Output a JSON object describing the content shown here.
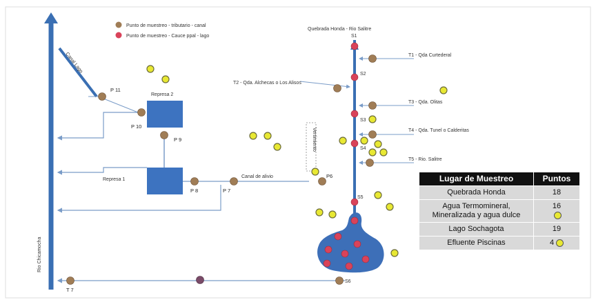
{
  "legend": {
    "brown": "Punto de muestreo - tributario - canal",
    "red": "Punto de muestreo - Cauce ppal - lago"
  },
  "labels": {
    "quebrada": "Quebrada Honda - Rio Salitre",
    "t1": "T1 - Qda Curtederal",
    "t2": "T2 - Qda. Alchecas o Los Alisos",
    "t3": "T3 - Qda. Olitas",
    "t4": "T4 - Qda. Tunel o Calderitas",
    "t5": "T5 - Rio. Salitre",
    "s1": "S1",
    "s2": "S2",
    "s3": "S3",
    "s4": "S4",
    "s5": "S5",
    "s6": "S6",
    "canal_lago": "Canal Lago",
    "represa2": "Represa 2",
    "represa1": "Represa 1",
    "canal_alivio": "Canal de alivio",
    "vertical_box": "Vertimiento",
    "rio": "Rio Chicamocha",
    "p11": "P 11",
    "p10": "P 10",
    "p9": "P 9",
    "p8": "P 8",
    "p7": "P 7",
    "p6": "P6",
    "t7": "T 7"
  },
  "table": {
    "header": [
      "Lugar de Muestreo",
      "Puntos"
    ],
    "rows": [
      {
        "place": "Quebrada Honda",
        "count": "18",
        "dot": false
      },
      {
        "place": "Agua Termomineral, Mineralizada y agua dulce",
        "count": "16",
        "dot": true
      },
      {
        "place": "Lago Sochagota",
        "count": "19",
        "dot": false
      },
      {
        "place": "Efluente Piscinas",
        "count": "4",
        "dot": true
      }
    ]
  },
  "colors": {
    "river": "#3a6fb3",
    "brown_point": "#a07d56",
    "red_point": "#d9435a",
    "yellow_point": "#e8e833",
    "reservoir": "#3d73c0",
    "lake": "#3d6fb8"
  }
}
